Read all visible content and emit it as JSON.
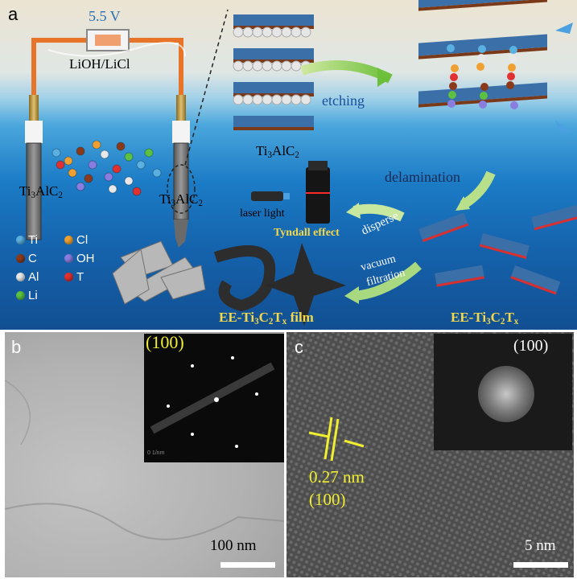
{
  "panel_a": {
    "label": "a",
    "voltage": "5.5 V",
    "electrolyte": "LiOH/LiCl",
    "electrode_left_label": "Ti3AlC2",
    "electrode_right_label": "Ti3AlC2",
    "max_label": "Ti3AlC2",
    "step_etching": "etching",
    "step_delamination": "delamination",
    "step_disperse": "disperse",
    "step_vacuum_1": "vacuum",
    "step_vacuum_2": "filtration",
    "laser_label": "laser light",
    "tyndall_label": "Tyndall effect",
    "film_label": "EE-Ti3C2Tx film",
    "mxene_label": "EE-Ti3C2Tx",
    "legend": [
      {
        "symbol": "Ti",
        "color": "#5ab0e0"
      },
      {
        "symbol": "Cl",
        "color": "#f0a030"
      },
      {
        "symbol": "C",
        "color": "#8a3a1a"
      },
      {
        "symbol": "OH",
        "color": "#8a7de0"
      },
      {
        "symbol": "Al",
        "color": "#e8e8e8"
      },
      {
        "symbol": "T",
        "color": "#e03030"
      },
      {
        "symbol": "Li",
        "color": "#5cc040"
      }
    ]
  },
  "panel_b": {
    "label": "b",
    "saed_label": "(100)",
    "saed_scale": "0 1/nm",
    "scale_label": "100 nm"
  },
  "panel_c": {
    "label": "c",
    "fft_label": "(100)",
    "spacing_label": "0.27 nm",
    "plane_label": "(100)",
    "scale_label": "5 nm"
  }
}
